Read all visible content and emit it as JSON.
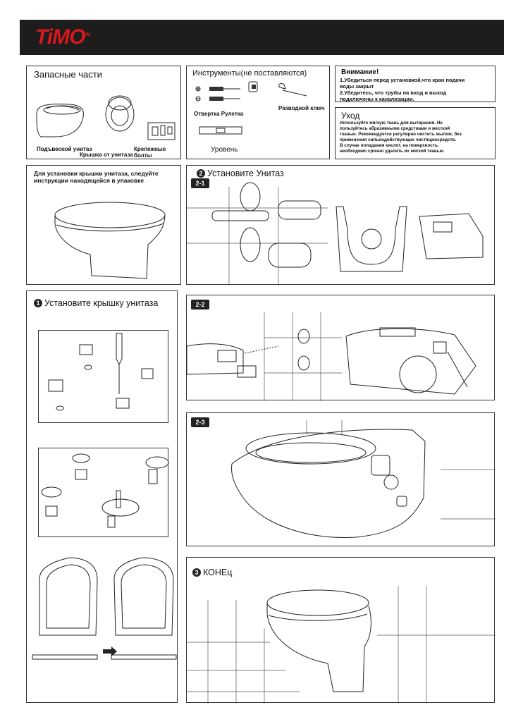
{
  "brand": {
    "logo_text": "TiMO",
    "logo_mark": "TM"
  },
  "spare_parts": {
    "title": "Запасные части",
    "wall_hung_toilet": "Подъвесной унитаз",
    "seat_lid": "Крышка от унитаза",
    "fixing_bolts": "Крепежные болты"
  },
  "tools": {
    "title": "Инструменты(не поставляются)",
    "screwdriver_tape": "Отвертка Рулетка",
    "wrench": "Разводной ключ",
    "level": "Уровень"
  },
  "attention": {
    "title": "Внимание!",
    "line1": "1.Убедиться перед установкой,что кран подачи",
    "line2": "воды закрыт",
    "line3": "2.Убедитесь, что трубы на вход и выход",
    "line4": "подключены к канализации."
  },
  "care": {
    "title": "Уход",
    "line1": "Используйте мягкую ткань для вытирания. Не",
    "line2": "пользуйтесь абразивными средствами и жесткой",
    "line3": "тканью. Рекомендуется регулярно чистить мылом, без",
    "line4": "применения сильнодействующих чистящихсредств.",
    "line5": "В случае попадания кислот, на поверхность,",
    "line6": "необходимо срочно удалить их мягкой тканью."
  },
  "lid_note": {
    "line1": "Для установки крышки унитаза, следуйте",
    "line2": "инструкции находящейся в упаковке"
  },
  "step1": {
    "number": "1",
    "title": "Установите крышку унитаза"
  },
  "step2": {
    "number": "2",
    "title": "Установите Унитаз",
    "sub1": "2-1",
    "sub2": "2-2",
    "sub3": "2-3"
  },
  "step3": {
    "number": "3",
    "title": "КОНЕц"
  }
}
